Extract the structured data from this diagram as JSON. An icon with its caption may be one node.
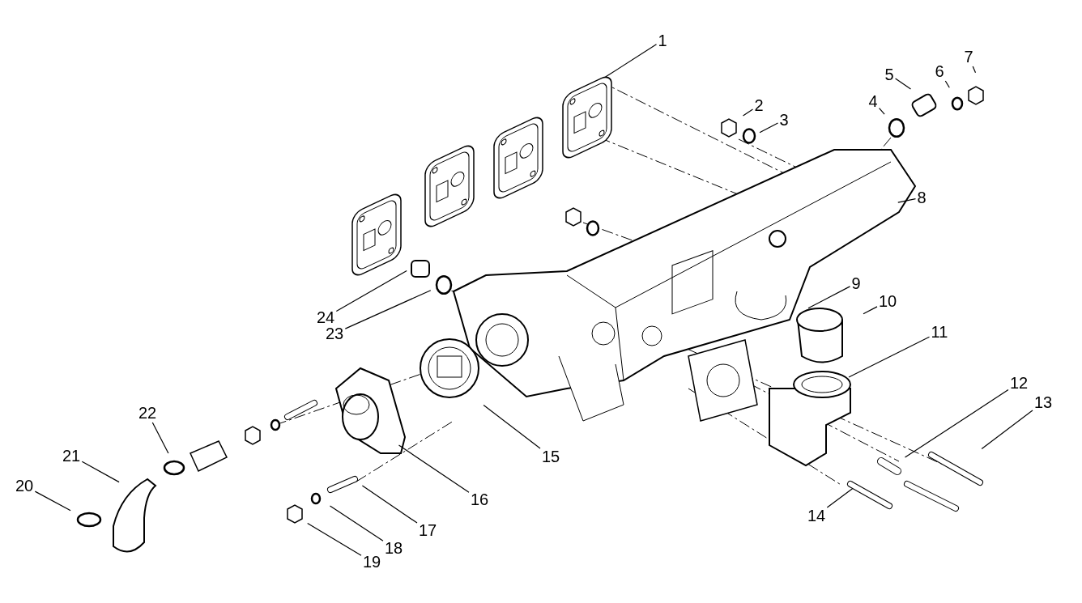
{
  "diagram": {
    "nodes": [
      {
        "text": [
          "1"
        ]
      },
      {
        "text": [
          "2"
        ]
      },
      {
        "text": [
          "3"
        ]
      },
      {
        "text": [
          "4"
        ]
      },
      {
        "text": [
          "5"
        ]
      },
      {
        "text": [
          "6"
        ]
      },
      {
        "text": [
          "7"
        ]
      },
      {
        "text": [
          "8"
        ]
      },
      {
        "text": [
          "9"
        ]
      },
      {
        "text": [
          "10"
        ]
      },
      {
        "text": [
          "11"
        ]
      },
      {
        "text": [
          "12"
        ]
      },
      {
        "text": [
          "13"
        ]
      },
      {
        "text": [
          "14"
        ]
      },
      {
        "text": [
          "15"
        ]
      },
      {
        "text": [
          "16"
        ]
      },
      {
        "text": [
          "17"
        ]
      },
      {
        "text": [
          "18"
        ]
      },
      {
        "text": [
          "19"
        ]
      },
      {
        "text": [
          "20"
        ]
      },
      {
        "text": [
          "21"
        ]
      },
      {
        "text": [
          "22"
        ]
      },
      {
        "text": [
          "23"
        ]
      },
      {
        "text": [
          "24"
        ]
      }
    ],
    "edges": [
      {
        "from": 0,
        "to": null,
        "arrow": "none"
      },
      {
        "from": 1,
        "to": null,
        "arrow": "none"
      },
      {
        "from": 2,
        "to": null,
        "arrow": "none"
      },
      {
        "from": 3,
        "to": null,
        "arrow": "none"
      },
      {
        "from": 4,
        "to": null,
        "arrow": "none"
      },
      {
        "from": 5,
        "to": null,
        "arrow": "none"
      },
      {
        "from": 6,
        "to": null,
        "arrow": "none"
      },
      {
        "from": 7,
        "to": null,
        "arrow": "none"
      },
      {
        "from": 8,
        "to": null,
        "arrow": "none"
      },
      {
        "from": 9,
        "to": null,
        "arrow": "none"
      },
      {
        "from": 10,
        "to": null,
        "arrow": "none"
      },
      {
        "from": 11,
        "to": null,
        "arrow": "none"
      },
      {
        "from": 12,
        "to": null,
        "arrow": "none"
      },
      {
        "from": 13,
        "to": null,
        "arrow": "none"
      },
      {
        "from": 14,
        "to": null,
        "arrow": "none"
      },
      {
        "from": 15,
        "to": null,
        "arrow": "none"
      },
      {
        "from": 16,
        "to": null,
        "arrow": "none"
      },
      {
        "from": 17,
        "to": null,
        "arrow": "none"
      },
      {
        "from": 18,
        "to": null,
        "arrow": "none"
      },
      {
        "from": 19,
        "to": null,
        "arrow": "none"
      },
      {
        "from": 20,
        "to": null,
        "arrow": "none"
      },
      {
        "from": 21,
        "to": null,
        "arrow": "none"
      },
      {
        "from": 22,
        "to": null,
        "arrow": "none"
      },
      {
        "from": 23,
        "to": null,
        "arrow": "none"
      }
    ]
  }
}
